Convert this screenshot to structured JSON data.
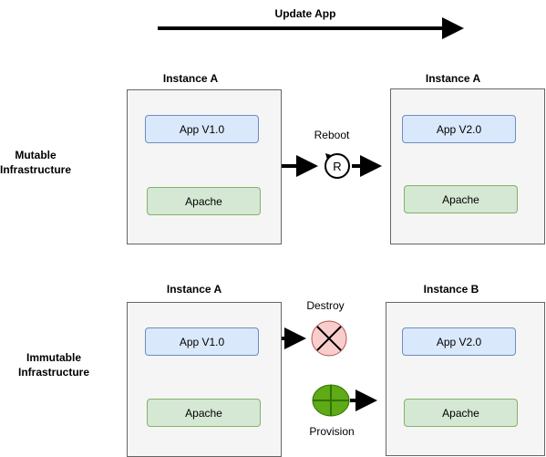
{
  "header": {
    "title": "Update App"
  },
  "rows": {
    "mutable": {
      "label": "Mutable\nInfrastructure",
      "left_instance": {
        "title": "Instance A",
        "app": "App V1.0",
        "server": "Apache"
      },
      "right_instance": {
        "title": "Instance A",
        "app": "App V2.0",
        "server": "Apache"
      },
      "action": {
        "label": "Reboot",
        "icon_letter": "R"
      }
    },
    "immutable": {
      "label": "Immutable\nInfrastructure",
      "left_instance": {
        "title": "Instance A",
        "app": "App V1.0",
        "server": "Apache"
      },
      "right_instance": {
        "title": "Instance B",
        "app": "App V2.0",
        "server": "Apache"
      },
      "destroy": {
        "label": "Destroy"
      },
      "provision": {
        "label": "Provision"
      }
    }
  },
  "colors": {
    "instance_fill": "#f5f5f5",
    "app_fill": "#dae8fc",
    "apache_fill": "#d5e8d4",
    "destroy_fill": "#f8cecc",
    "provision_fill": "#60a917"
  }
}
